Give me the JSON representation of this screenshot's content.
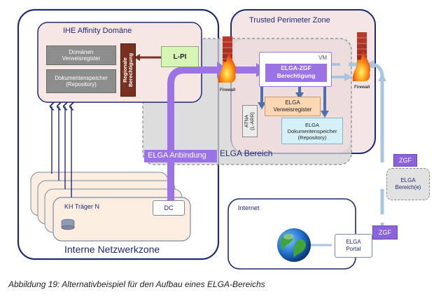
{
  "zones": {
    "intern": "Interne Netzwerkzone",
    "ihe": "IHE Affinity Domäne",
    "trusted": "Trusted Perimeter Zone",
    "elga_bereich": "ELGA Bereich",
    "internet": "Internet"
  },
  "ihe_boxes": {
    "domaenen": "Domänen\nVerweisregister",
    "dokumentenspeicher": "Dokumentenspeicher\n(Repository)",
    "regionale": "Regionale\nBerechtigung"
  },
  "lpi": "L-PI",
  "vm": {
    "label": "VM",
    "zgf": "ELGA-ZGF\nBerechtigung"
  },
  "atna": "ATNA\n(L-ARR)",
  "elga_verweis": "ELGA\nVerweisregister",
  "elga_doku": "ELGA\nDokumentenspeicher\n(Repository)",
  "elga_anbindung": "ELGA Anbindung",
  "kh_traeger": "KH Träger N",
  "dc": "DC",
  "zgf_top": "ZGF",
  "zgf_bottom": "ZGF",
  "elga_bereiche": "ELGA\nBereich(e)",
  "elga_portal": "ELGA\nPortal",
  "firewall_label": "Firewall",
  "caption": "Abbildung 19: Alternativbeispiel für den Aufbau eines ELGA-Bereichs",
  "colors": {
    "zone_blue": "#1e2a78",
    "purple": "#9b73e6",
    "light_blue_arrow": "#a9c6e0",
    "dark_blue_arrow": "#5b7fc0",
    "trusted_fill": "#f3e4e4",
    "elga_fill": "#d6d6d6",
    "lpi_fill": "#d8f5b8",
    "regionale_fill": "#7a3020",
    "verweis_fill": "#fbd7b4",
    "doku_fill": "#d6f0f8"
  }
}
